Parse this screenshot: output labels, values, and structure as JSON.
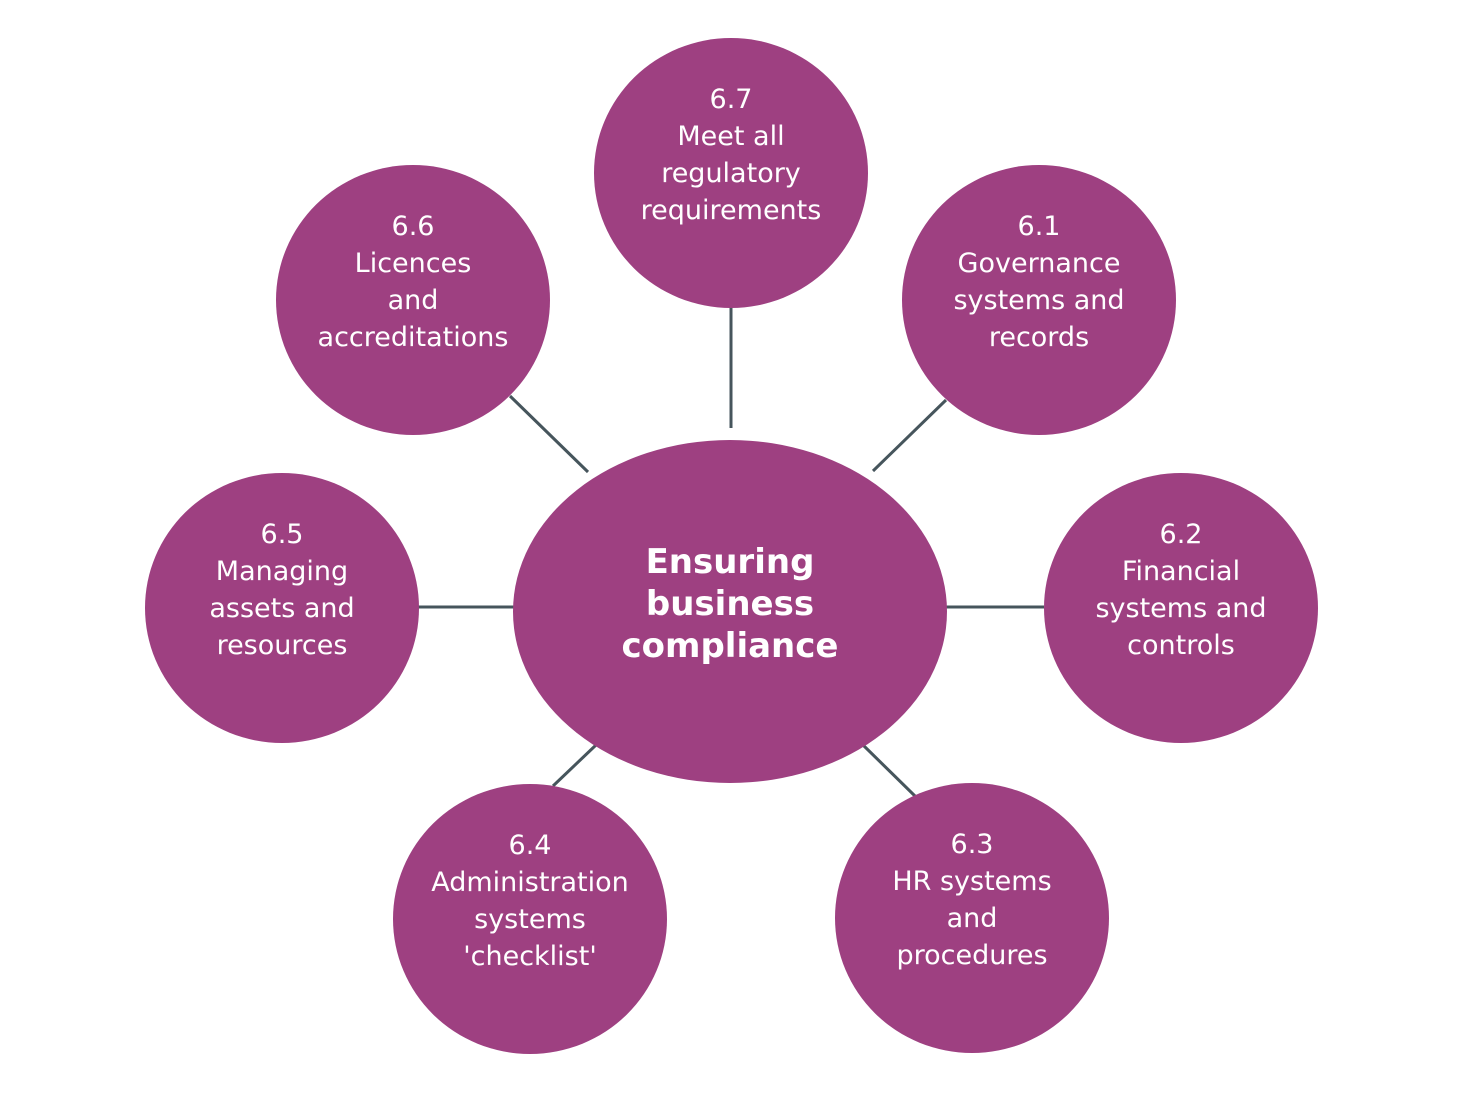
{
  "diagram": {
    "node_color": "#9E4081",
    "line_color": "#46555C",
    "center": {
      "lines": [
        "Ensuring",
        "business",
        "compliance"
      ]
    },
    "nodes": [
      {
        "id": "6.7",
        "number": "6.7",
        "lines": [
          "Meet all",
          "regulatory",
          "requirements"
        ]
      },
      {
        "id": "6.1",
        "number": "6.1",
        "lines": [
          "Governance",
          "systems and",
          "records"
        ]
      },
      {
        "id": "6.2",
        "number": "6.2",
        "lines": [
          "Financial",
          "systems and",
          "controls"
        ]
      },
      {
        "id": "6.3",
        "number": "6.3",
        "lines": [
          "HR systems",
          "and",
          "procedures"
        ]
      },
      {
        "id": "6.4",
        "number": "6.4",
        "lines": [
          "Administration",
          "systems",
          "'checklist'"
        ]
      },
      {
        "id": "6.5",
        "number": "6.5",
        "lines": [
          "Managing",
          "assets and",
          "resources"
        ]
      },
      {
        "id": "6.6",
        "number": "6.6",
        "lines": [
          "Licences",
          "and",
          "accreditations"
        ]
      }
    ]
  }
}
